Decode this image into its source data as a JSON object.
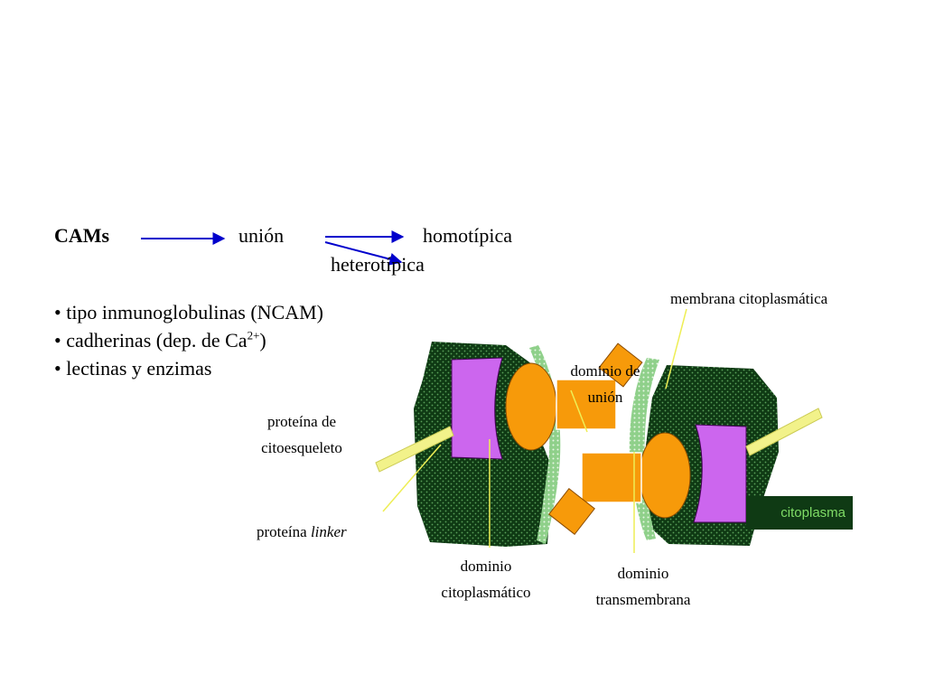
{
  "heading": {
    "cams": "CAMs",
    "union": "unión",
    "homotipica": "homotípica",
    "heterotipica": "heterotípica"
  },
  "bullets": [
    {
      "text": "• tipo inmunoglobulinas (NCAM)"
    },
    {
      "text_pre": "• cadherinas (dep. de Ca",
      "sup": "2+",
      "text_post": ")"
    },
    {
      "text": "• lectinas y enzimas"
    }
  ],
  "labels": {
    "membrana": "membrana citoplasmática",
    "dominio_union_1": "dominio de",
    "dominio_union_2": "unión",
    "proteina_cito_1": "proteína de",
    "proteina_cito_2": "citoesqueleto",
    "proteina_linker_1": "proteína ",
    "proteina_linker_2": "linker",
    "dom_citop_1": "dominio",
    "dom_citop_2": "citoplasmático",
    "dom_trans_1": "dominio",
    "dom_trans_2": "transmembrana",
    "citoplasma": "citoplasma"
  },
  "colors": {
    "cell": "#0f3a14",
    "membrane": "#a5d8a0",
    "cadherin": "#cc66ee",
    "domain": "#f79a0a",
    "filament": "#f2f28a",
    "pointer": "#eeee55",
    "arrow": "#0000cc"
  }
}
